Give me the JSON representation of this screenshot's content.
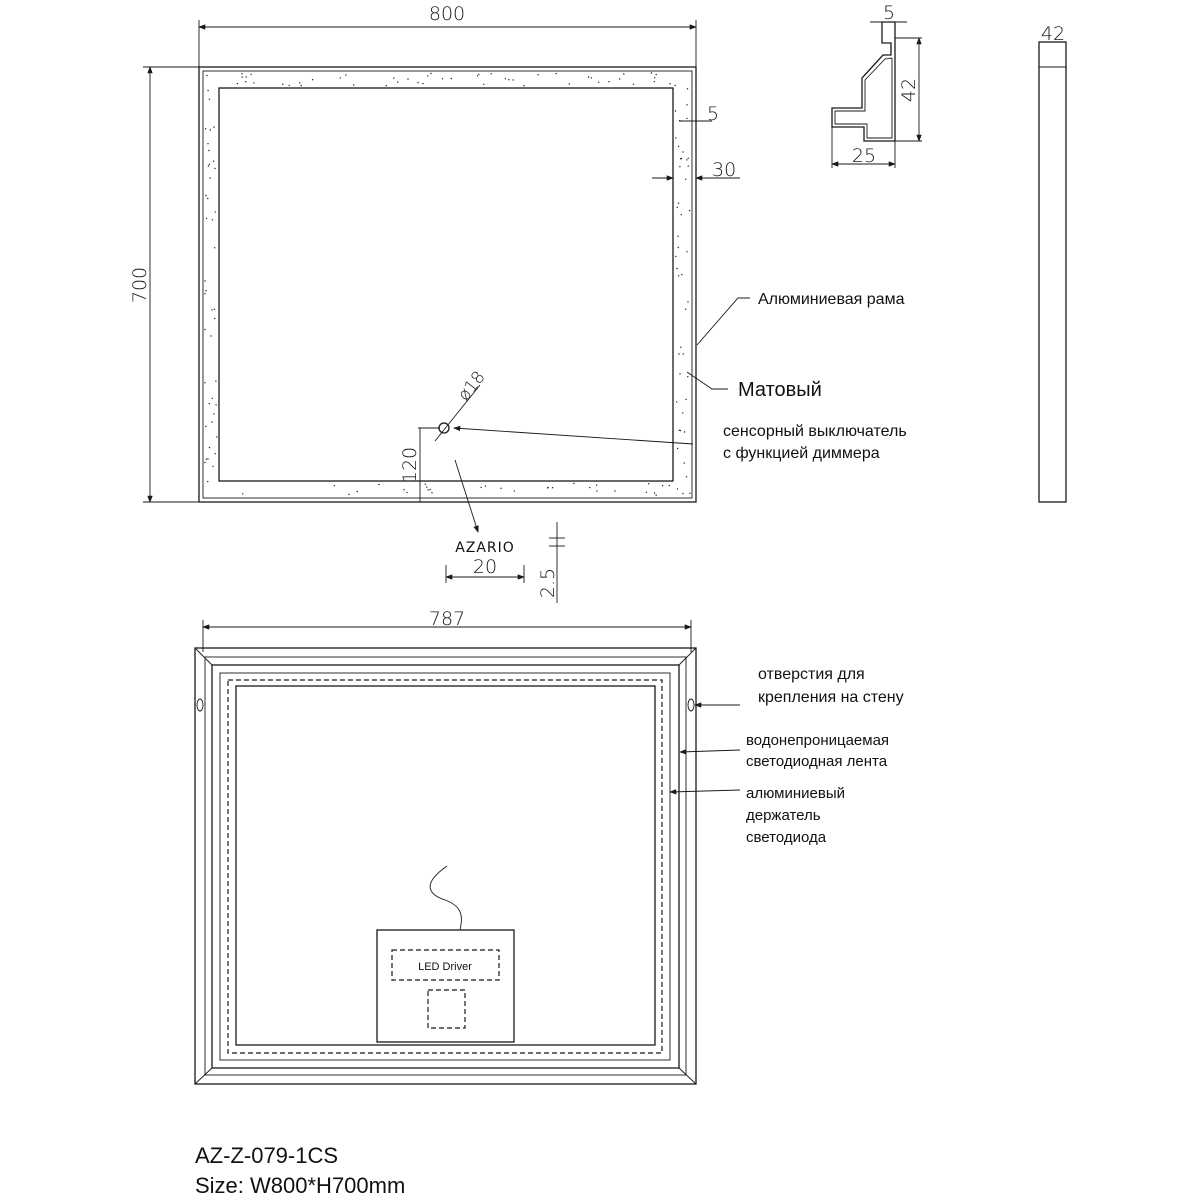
{
  "dimensions": {
    "width": "800",
    "height": "700",
    "frame_gap": "5",
    "frame_width": "30",
    "switch_diameter": "ø18",
    "switch_offset": "120",
    "logo_width": "20",
    "logo_height": "2.5",
    "profile_top": "5",
    "profile_height": "42",
    "profile_width": "25",
    "depth": "42",
    "back_width": "787"
  },
  "labels": {
    "frame": "Алюминиевая рама",
    "matte": "Матовый",
    "switch_line1": "сенсорный выключатель",
    "switch_line2": "с функцией диммера",
    "logo": "AZARIO",
    "holes_line1": "отверстия для",
    "holes_line2": "крепления на стену",
    "strip_line1": "водонепроницаемая",
    "strip_line2": "светодиодная лента",
    "holder_line1": "алюминиевый",
    "holder_line2": "держатель",
    "holder_line3": "светодиода",
    "driver": "LED Driver"
  },
  "model": {
    "code": "AZ-Z-079-1CS",
    "size": "Size: W800*H700mm"
  }
}
